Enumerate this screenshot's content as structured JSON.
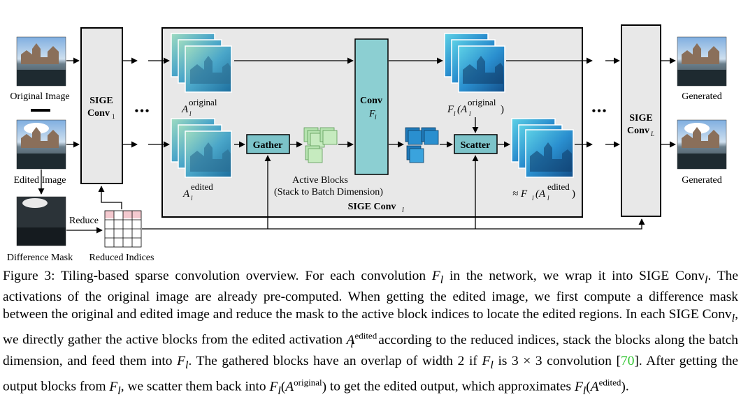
{
  "figure": {
    "labels": {
      "original_image": "Original Image",
      "edited_image": "Edited Image",
      "difference_mask": "Difference Mask",
      "reduce": "Reduce",
      "reduced_indices": "Reduced Indices",
      "minus": "−",
      "sige_conv_first_line1": "SIGE",
      "sige_conv_first_line2": "Conv",
      "sige_conv_first_sub": "1",
      "sige_conv_last_line1": "SIGE",
      "sige_conv_last_line2": "Conv",
      "sige_conv_last_sub": "L",
      "sige_conv_l": "SIGE Conv",
      "sige_conv_l_sub": "l",
      "conv": "Conv",
      "conv_f": "F",
      "conv_f_sub": "l",
      "gather": "Gather",
      "scatter": "Scatter",
      "active_blocks": "Active Blocks",
      "active_blocks_note": "(Stack to Batch Dimension)",
      "a_original_base": "A",
      "a_original_sub": "l",
      "a_original_sup": "original",
      "a_edited_base": "A",
      "a_edited_sub": "l",
      "a_edited_sup": "edited",
      "f_original": "F",
      "f_original_sub": "l",
      "f_original_a": "(A",
      "f_original_a_sub": "l",
      "f_original_sup": "original",
      "f_original_close": ")",
      "f_edited_approx": "≈ F",
      "f_edited_sub": "l",
      "f_edited_a": "(A",
      "f_edited_a_sub": "l",
      "f_edited_sup": "edited",
      "f_edited_close": ")",
      "generated_top": "Generated",
      "generated_bottom": "Generated",
      "ellipsis_left": "•••",
      "ellipsis_right": "•••"
    },
    "colors": {
      "sige_box": "#e8e8e8",
      "conv_block": "#8ccfd2",
      "gather_scatter": "#7cc3c9",
      "active_block_green": "#b6e3b0",
      "feature_teal": "#2a8fb0",
      "mask_highlight": "#f4c9cf"
    }
  },
  "caption": {
    "lead": "Figure 3: Tiling-based sparse convolution overview. For each convolution ",
    "t1": " in the network, we wrap it into SIGE Conv",
    "t2": ". The activations of the original image are already pre-computed. When getting the edited image, we first compute a difference mask between the original and edited image and reduce the mask to the active block indices to locate the edited regions. In each SIGE Conv",
    "t3": ", we directly gather the active blocks from the edited activation ",
    "t4": " according to the reduced indices, stack the blocks along the batch dimension, and feed them into ",
    "t5": ". The gathered blocks have an overlap of width 2 if ",
    "t6": " is 3 × 3 convolution [",
    "cite": "70",
    "t7": "]. After getting the output blocks from ",
    "t8": ", we scatter them back into ",
    "t9": " to get the edited output, which approximates ",
    "t10": ".",
    "F": "F",
    "l": "l",
    "A": "A",
    "sup_edited": "edited",
    "sup_original": "original",
    "open": "(",
    "close": ")"
  }
}
